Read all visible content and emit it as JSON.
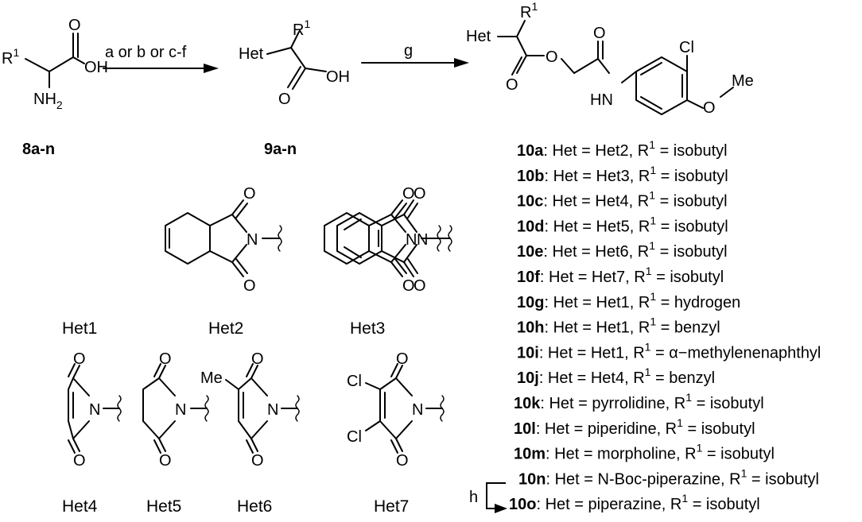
{
  "compounds": {
    "sm": "8a-n",
    "acid": "9a-n"
  },
  "reagents": {
    "step1": "a or b or c-f",
    "step2": "g",
    "step3": "h"
  },
  "atoms": {
    "oh": "OH",
    "o": "O",
    "nh2_n": "NH",
    "nh2_sub": "2",
    "r": "R",
    "r_sup": "1",
    "het": "Het",
    "hn": "HN",
    "cl": "Cl",
    "me": "Me",
    "n": "N"
  },
  "het_labels": [
    "Het1",
    "Het2",
    "Het3",
    "Het4",
    "Het5",
    "Het6",
    "Het7"
  ],
  "products": [
    {
      "id": "10a",
      "het": "Het = Het2, R",
      "sup": "1",
      "sub": " = isobutyl"
    },
    {
      "id": "10b",
      "het": "Het = Het3, R",
      "sup": "1",
      "sub": " = isobutyl"
    },
    {
      "id": "10c",
      "het": "Het = Het4, R",
      "sup": "1",
      "sub": " = isobutyl"
    },
    {
      "id": "10d",
      "het": "Het = Het5, R",
      "sup": "1",
      "sub": " = isobutyl"
    },
    {
      "id": "10e",
      "het": "Het = Het6, R",
      "sup": "1",
      "sub": " = isobutyl"
    },
    {
      "id": "10f",
      "het": "Het = Het7, R",
      "sup": "1",
      "sub": " = isobutyl"
    },
    {
      "id": "10g",
      "het": "Het = Het1, R",
      "sup": "1",
      "sub": " = hydrogen"
    },
    {
      "id": "10h",
      "het": "Het = Het1, R",
      "sup": "1",
      "sub": " = benzyl"
    },
    {
      "id": "10i",
      "het": "Het = Het1, R",
      "sup": "1",
      "sub": " = α−methylenenaphthyl"
    },
    {
      "id": "10j",
      "het": "Het = Het4, R",
      "sup": "1",
      "sub": " = benzyl"
    },
    {
      "id": "10k",
      "het": "Het = pyrrolidine, R",
      "sup": "1",
      "sub": " = isobutyl"
    },
    {
      "id": "10l",
      "het": "Het = piperidine, R",
      "sup": "1",
      "sub": " = isobutyl"
    },
    {
      "id": "10m",
      "het": "Het = morpholine, R",
      "sup": "1",
      "sub": " = isobutyl"
    },
    {
      "id": "10n",
      "het": "Het = N-Boc-piperazine, R",
      "sup": "1",
      "sub": " = isobutyl"
    },
    {
      "id": "10o",
      "het": "Het = piperazine, R",
      "sup": "1",
      "sub": " = isobutyl"
    }
  ]
}
